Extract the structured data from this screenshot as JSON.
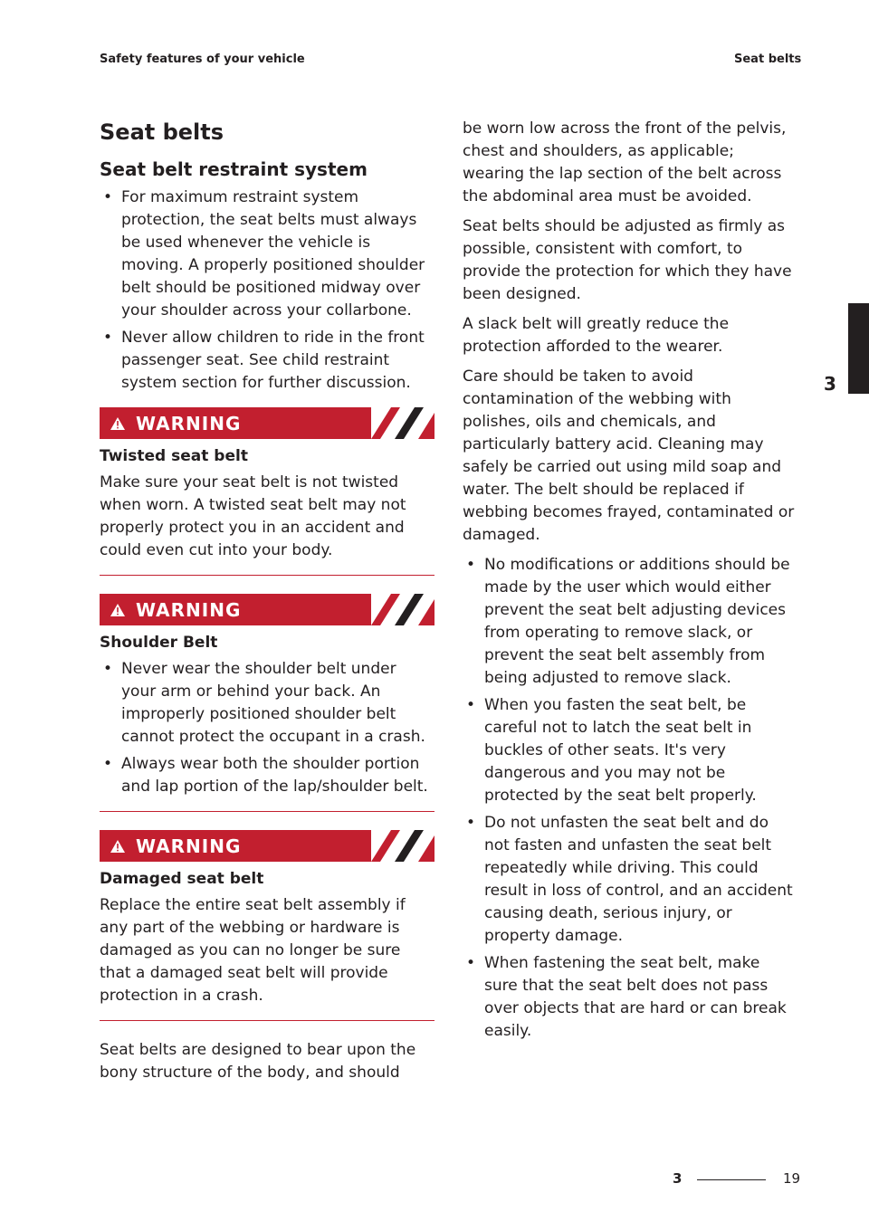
{
  "header": {
    "left": "Safety features of your vehicle",
    "right": "Seat belts"
  },
  "left_column": {
    "title": "Seat belts",
    "subtitle": "Seat belt restraint system",
    "bullets": [
      "For maximum restraint system protection, the seat belts must always be used whenever the vehicle is moving. A properly positioned shoulder belt should be positioned midway over your shoulder across your collarbone.",
      "Never allow children to ride in the front passenger seat. See child restraint system section for further discussion."
    ],
    "warnings": [
      {
        "label": "WARNING",
        "title": "Twisted seat belt",
        "text": "Make sure your seat belt is not twisted when worn. A twisted seat belt may not properly protect you in an accident and could even cut into your body."
      },
      {
        "label": "WARNING",
        "title": "Shoulder Belt",
        "bullets": [
          "Never wear the shoulder belt under your arm or behind your back. An improperly positioned shoulder belt cannot protect the occupant in a crash.",
          "Always wear both the shoulder portion and lap portion of the lap/shoulder belt."
        ]
      },
      {
        "label": "WARNING",
        "title": "Damaged seat belt",
        "text": "Replace the entire seat belt assembly if any part of the webbing or hardware is damaged as you can no longer be sure that a damaged seat belt will provide protection in a crash."
      }
    ],
    "closing": "Seat belts are designed to bear upon the bony structure of the body, and should"
  },
  "right_column": {
    "paragraphs": [
      "be worn low across the front of the pelvis, chest and shoulders, as applicable; wearing the lap section of the belt across the abdominal area must be avoided.",
      "Seat belts should be adjusted as firmly as possible, consistent with comfort, to provide the protection for which they have been designed.",
      "A slack belt will greatly reduce the protection afforded to the wearer.",
      "Care should be taken to avoid contamination of the webbing with polishes, oils and chemicals, and particularly battery acid. Cleaning may safely be carried out using mild soap and water. The belt should be replaced if webbing becomes frayed, contaminated or damaged."
    ],
    "bullets": [
      "No modifications or additions should be made by the user which would either prevent the seat belt adjusting devices from operating to remove slack, or prevent the seat belt assembly from being adjusted to remove slack.",
      "When you fasten the seat belt, be careful not to latch the seat belt in buckles of other seats. It's very dangerous and you may not be protected by the seat belt properly.",
      "Do not unfasten the seat belt and do not fasten and unfasten the seat belt repeatedly while driving. This could result in loss of control, and an accident causing death, serious injury, or property damage.",
      "When fastening the seat belt, make sure that the seat belt does not pass over objects that are hard or can break easily."
    ]
  },
  "chapter_tab": "3",
  "footer": {
    "chapter": "3",
    "page": "19"
  },
  "colors": {
    "warning_red": "#c21f2f",
    "text": "#231f20"
  },
  "icons": {
    "warning": "warning-triangle-icon"
  }
}
